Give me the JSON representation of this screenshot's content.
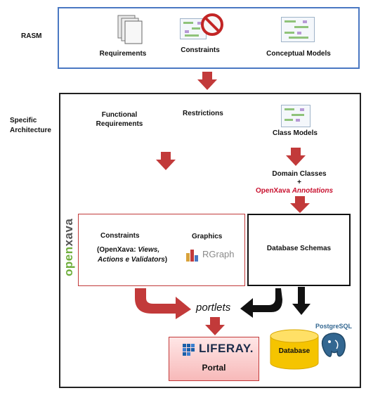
{
  "rasm": {
    "section_label": "RASM",
    "requirements_label": "Requirements",
    "constraints_label": "Constraints",
    "conceptual_models_label": "Conceptual Models"
  },
  "specific": {
    "section_label_line1": "Specific",
    "section_label_line2": "Architecture",
    "functional_line1": "Functional",
    "functional_line2": "Requirements",
    "restrictions_label": "Restrictions",
    "class_models_label": "Class Models",
    "domain_classes_label": "Domain Classes",
    "plus_label": "+",
    "openxava_label": "OpenXava",
    "annotations_label": "Annotations",
    "openxava_logo_open": "open",
    "openxava_logo_xava": "xava",
    "constraints_label": "Constraints",
    "ox_paren_line1_start": "(OpenXava: ",
    "ox_paren_line1_em": "Views,",
    "ox_paren_line2_em": "Actions e Validators",
    "ox_paren_line2_end": ")",
    "graphics_label": "Graphics",
    "rgraph_label": "RGraph",
    "database_schemas_label": "Database Schemas",
    "portlets_label": "portlets",
    "liferay_label": "LIFERAY.",
    "portal_label": "Portal",
    "database_label": "Database",
    "postgres_label_a": "Postgre",
    "postgres_label_b": "SQL"
  },
  "colors": {
    "red_arrow": "#c23a3a",
    "black_arrow": "#111111",
    "rasm_border": "#4a78c2",
    "database_fill": "#f5c400",
    "postgres_blue": "#336791",
    "annotation_red": "#c8102e"
  },
  "icons": [
    "document-stack-icon",
    "prohibition-icon",
    "model-diagram-icon",
    "rgraph-icon",
    "liferay-logo-icon",
    "database-cylinder-icon",
    "postgresql-elephant-icon"
  ]
}
